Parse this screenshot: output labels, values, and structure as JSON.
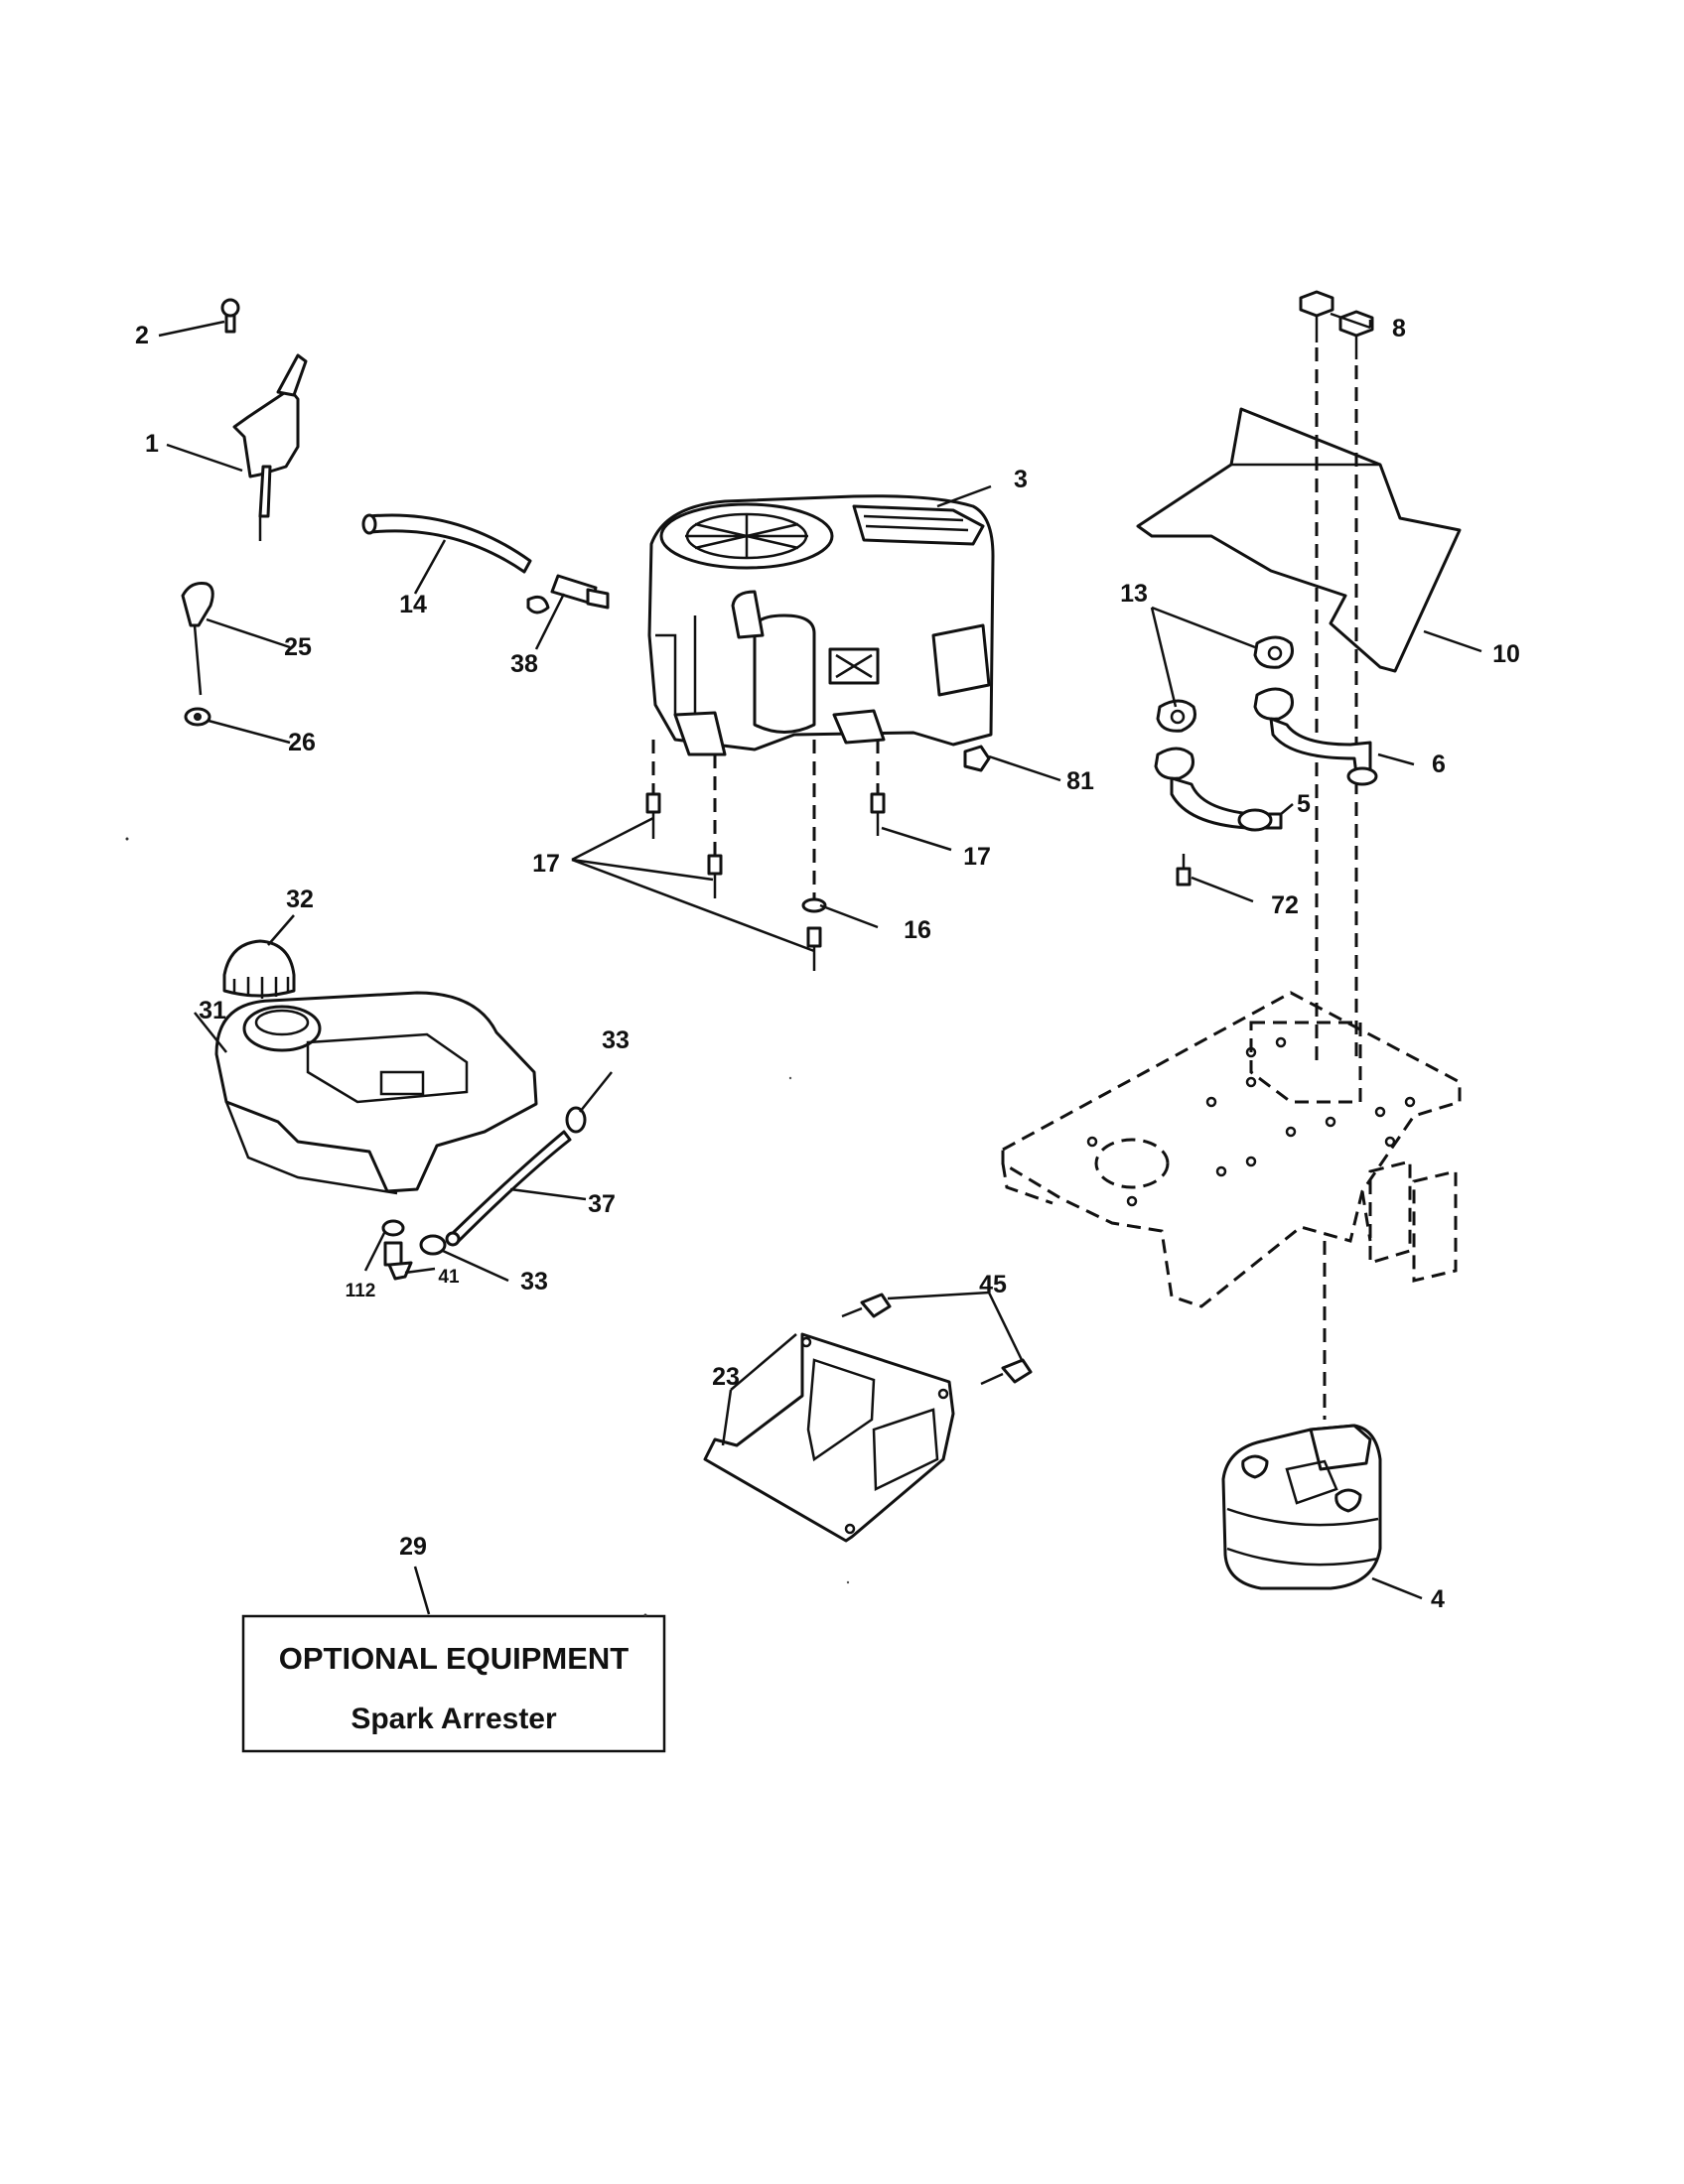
{
  "callouts": {
    "c1": "1",
    "c2": "2",
    "c3": "3",
    "c4": "4",
    "c5": "5",
    "c6": "6",
    "c8": "8",
    "c10": "10",
    "c13": "13",
    "c14": "14",
    "c16": "16",
    "c17a": "17",
    "c17b": "17",
    "c23": "23",
    "c25": "25",
    "c26": "26",
    "c29": "29",
    "c31": "31",
    "c32": "32",
    "c33a": "33",
    "c33b": "33",
    "c37": "37",
    "c38": "38",
    "c41": "41",
    "c45": "45",
    "c72": "72",
    "c81": "81",
    "c112": "112"
  },
  "optional_box": {
    "title": "OPTIONAL EQUIPMENT",
    "subtitle": "Spark Arrester"
  }
}
